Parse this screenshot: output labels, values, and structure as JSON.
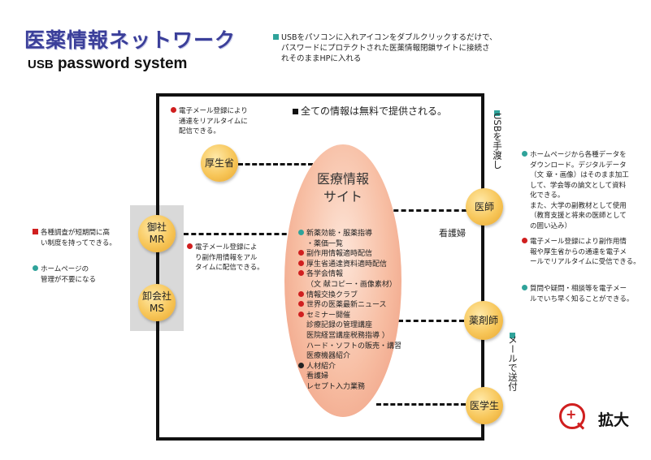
{
  "header": {
    "title": "医薬情報ネットワーク",
    "subtitle_usb": "USB",
    "subtitle_rest": " password system",
    "intro": [
      "USBをパソコンに入れアイコンをダブルクリックするだけで、",
      "パスワードにプロテクトされた医薬情報閉鎖サイトに接続さ",
      "れそのままHPに入れる"
    ]
  },
  "frame": {
    "top_note": "全ての情報は無料で提供される。",
    "email_note_top": [
      "電子メール登録により",
      "通達をリアルタイムに",
      "配信できる。"
    ],
    "email_note_mid": [
      "電子メール登録によ",
      "り副作用情報をアル",
      "タイムに配信できる。"
    ]
  },
  "left_notes": {
    "note1": [
      "各種調査が短期間に高",
      "い制度を持ってできる。"
    ],
    "note2": [
      "ホームページの",
      "管理が不要になる"
    ]
  },
  "nodes": {
    "kouseisho": "厚生省",
    "mr_line1": "御社",
    "mr_line2": "MR",
    "ms_line1": "卸会社",
    "ms_line2": "MS",
    "doctor": "医師",
    "nurse": "看護婦",
    "pharmacist": "薬剤師",
    "student": "医学生"
  },
  "site": {
    "title_line1": "医療情報",
    "title_line2": "サイト",
    "items": [
      {
        "bullet": "teal",
        "text": "新薬効能・服薬指導"
      },
      {
        "bullet": "none",
        "text": "・薬価一覧"
      },
      {
        "bullet": "red",
        "text": "副作用情報適時配信"
      },
      {
        "bullet": "red",
        "text": "厚生省通達資料適時配信"
      },
      {
        "bullet": "red",
        "text": "各学会情報"
      },
      {
        "bullet": "none",
        "text": "（文 献コピー・画像素材）"
      },
      {
        "bullet": "red",
        "text": "情報交換クラブ"
      },
      {
        "bullet": "red",
        "text": "世界の医薬最新ニュース"
      },
      {
        "bullet": "red",
        "text": "セミナー開催"
      },
      {
        "bullet": "none",
        "text": "診療記録の管理講座"
      },
      {
        "bullet": "none",
        "text": "医院経営講座税務指導 ）"
      },
      {
        "bullet": "none",
        "text": "ハード・ソフトの販売・講習"
      },
      {
        "bullet": "none",
        "text": "医療機器紹介"
      },
      {
        "bullet": "black",
        "text": "人材紹介"
      },
      {
        "bullet": "none",
        "text": "看護婦"
      },
      {
        "bullet": "none",
        "text": "レセプト入力業務"
      }
    ]
  },
  "right_labels": {
    "usb_handover": "USBを手渡し",
    "mail_send": "メールで送付"
  },
  "right_notes": {
    "note1": [
      "ホームページから各種データを",
      "ダウンロード。デジタルデータ",
      "（文 章・画像）はそのまま加工",
      "して、学会等の論文として資料",
      "化できる。",
      "また、大学の副教材として使用",
      "（教育支援と将来の医師として",
      "の囲い込み）"
    ],
    "note2": [
      "電子メール登録により副作用情",
      "報や厚生省からの通達を電子メ",
      "ールでリアルタイムに受信できる。"
    ],
    "note3": [
      "質問や疑問・相談等を電子メー",
      "ルでいち早く知ることができる。"
    ]
  },
  "footer": {
    "magnify_label": "拡大",
    "magnify_icon": "zoom-in-icon",
    "accent_red": "#d01f1f",
    "accent_teal": "#2fa39a"
  }
}
